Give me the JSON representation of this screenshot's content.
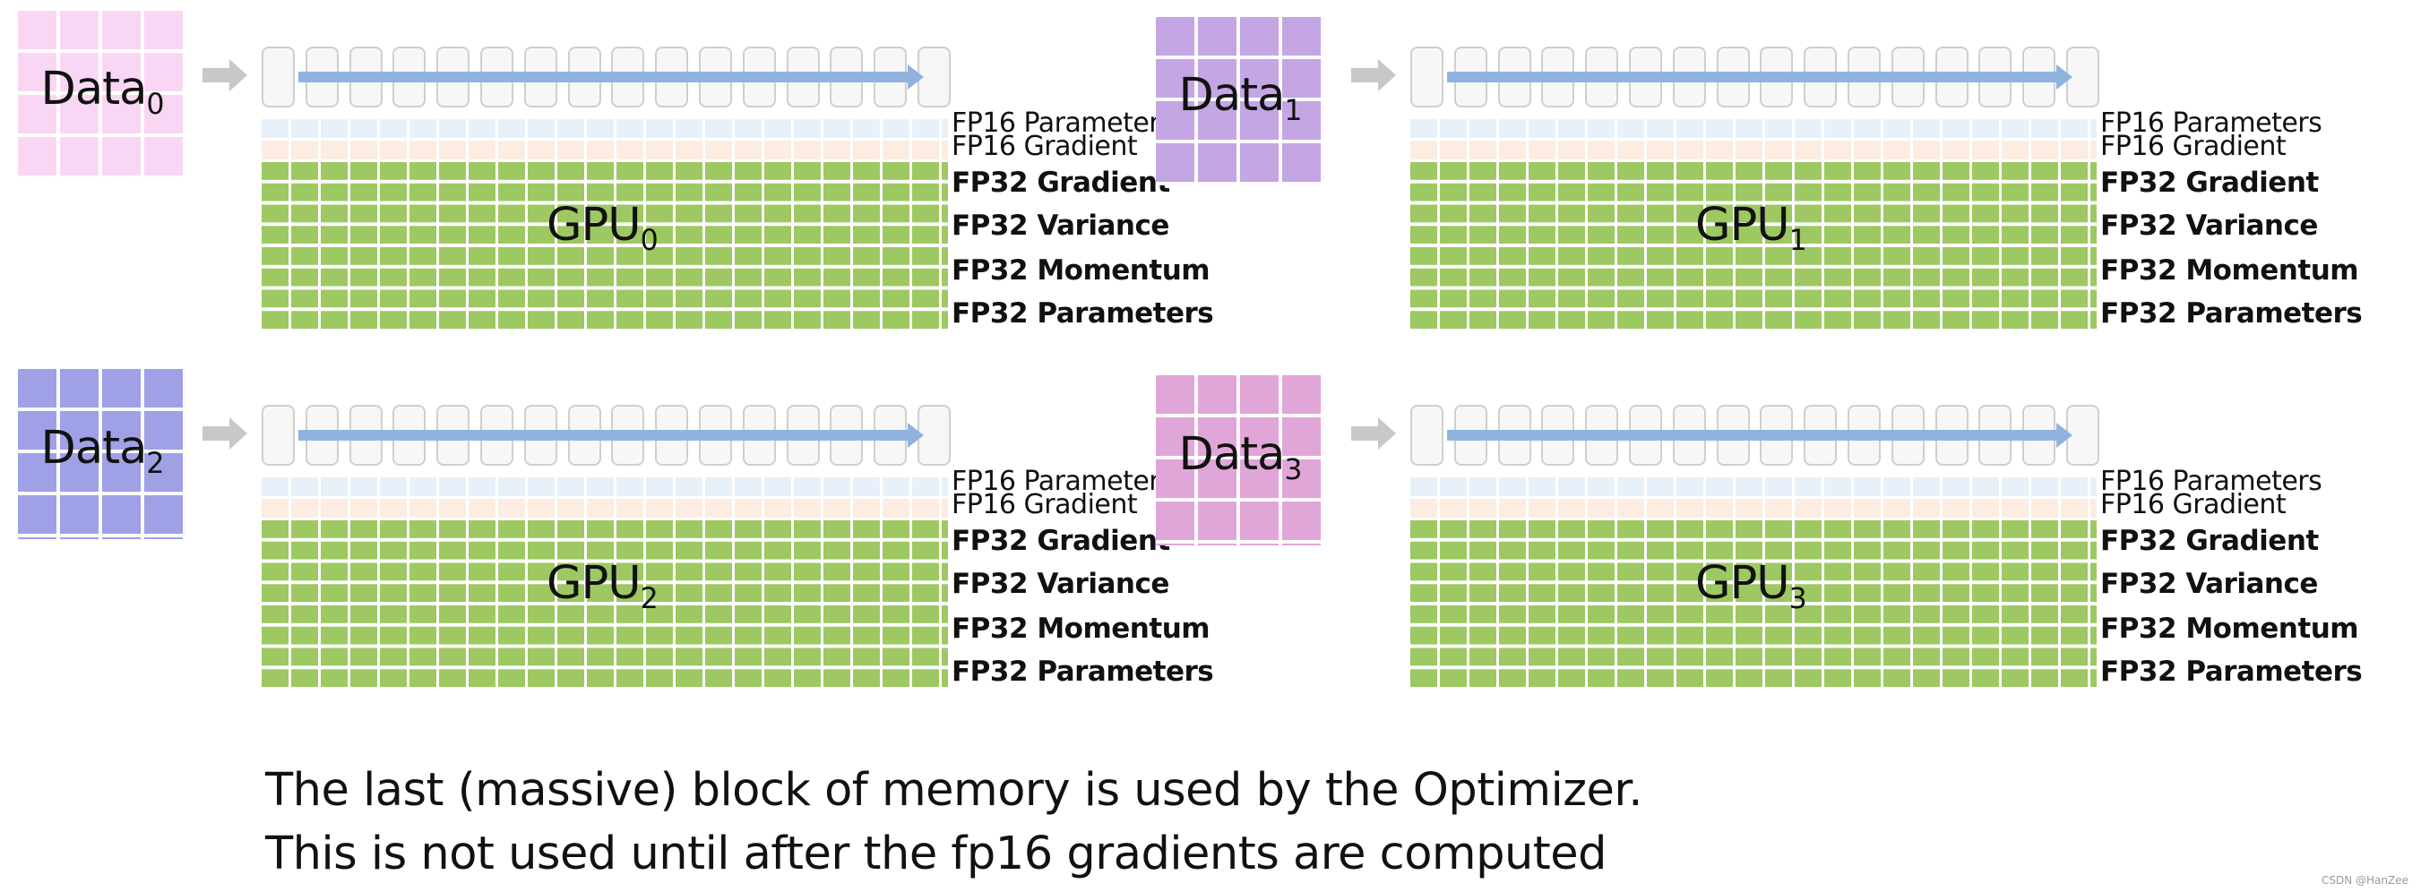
{
  "panels": [
    {
      "data_label": "Data",
      "data_sub": "0",
      "data_color": "#f9d7f4",
      "gpu_label": "GPU",
      "gpu_sub": "0"
    },
    {
      "data_label": "Data",
      "data_sub": "1",
      "data_color": "#c3a6e3",
      "gpu_label": "GPU",
      "gpu_sub": "1"
    },
    {
      "data_label": "Data",
      "data_sub": "2",
      "data_color": "#a0a0e6",
      "gpu_label": "GPU",
      "gpu_sub": "2"
    },
    {
      "data_label": "Data",
      "data_sub": "3",
      "data_color": "#e0a6d7",
      "gpu_label": "GPU",
      "gpu_sub": "3"
    }
  ],
  "memory_labels": {
    "fp16_parameters": "FP16 Parameters",
    "fp16_gradient": "FP16 Gradient",
    "fp32_gradient": "FP32 Gradient",
    "fp32_variance": "FP32 Variance",
    "fp32_momentum": "FP32 Momentum",
    "fp32_parameters": "FP32 Parameters"
  },
  "colors": {
    "fp16_parameters": "#e8f1f9",
    "fp16_gradient": "#fcece1",
    "fp32_blocks": "#9dc862",
    "flow_arrow": "#8fb3de",
    "input_arrow": "#c8c8c8"
  },
  "caption": {
    "line1": "The last (massive) block of memory is used by the Optimizer.",
    "line2": "This is not used until after the fp16 gradients are computed"
  },
  "watermark": "CSDN @HanZee"
}
